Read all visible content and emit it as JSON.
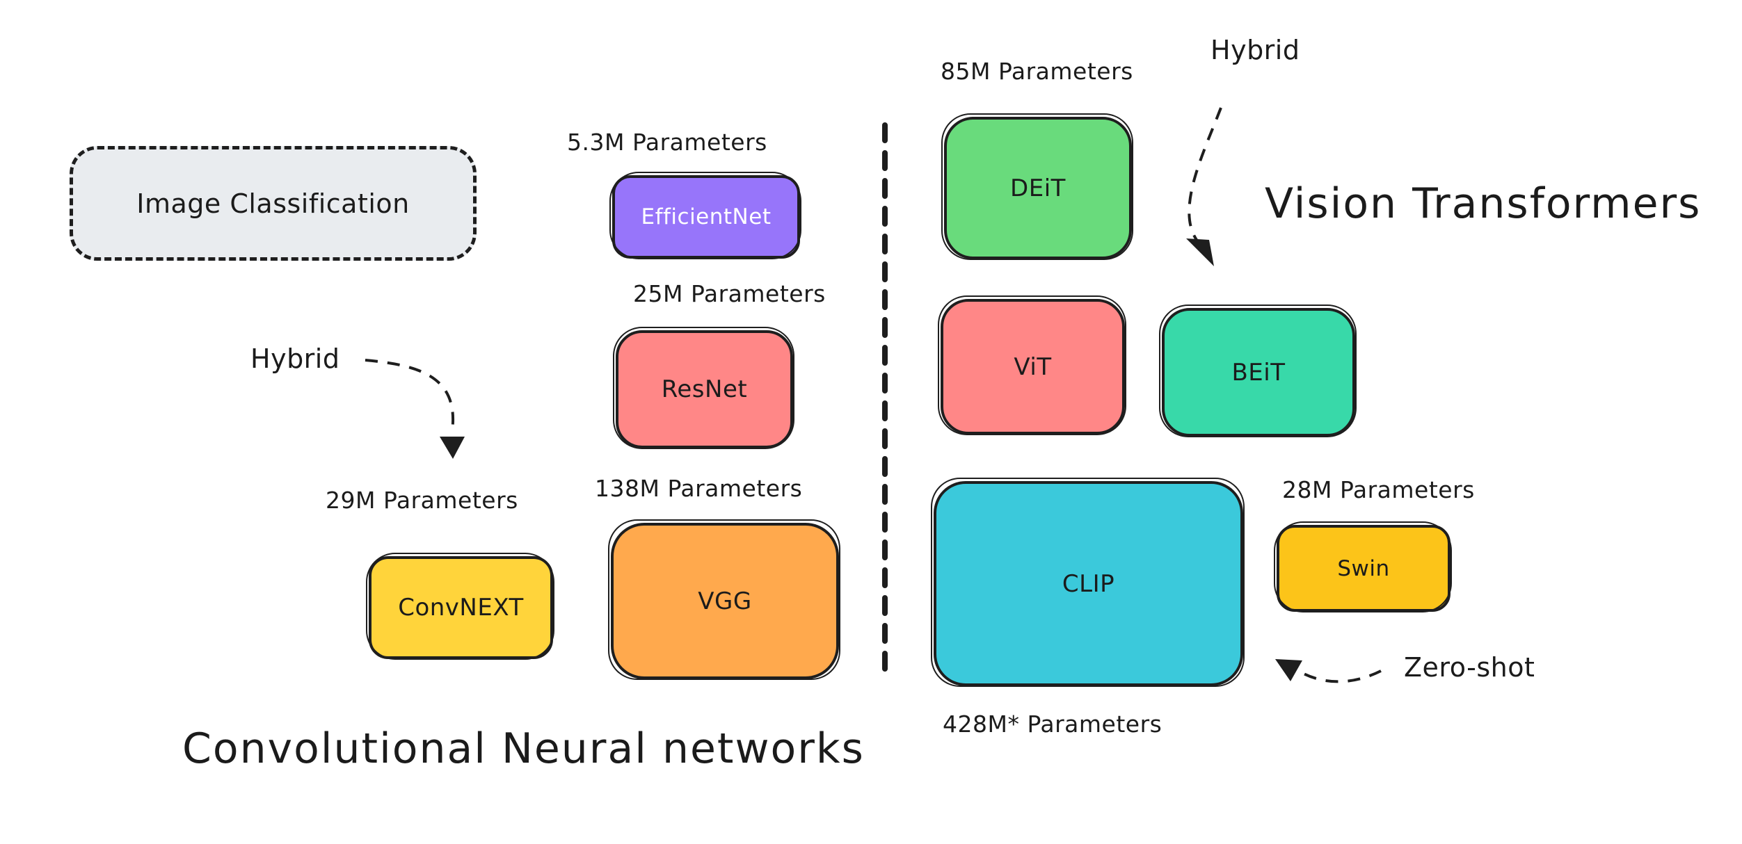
{
  "task": {
    "label": "Image Classification"
  },
  "cnn": {
    "title": "Convolutional Neural networks",
    "hybrid_note": "Hybrid",
    "models": {
      "efficientnet": {
        "name": "EfficientNet",
        "params": "5.3M Parameters",
        "color": "#9775fa"
      },
      "resnet": {
        "name": "ResNet",
        "params": "25M Parameters",
        "color": "#ff8787"
      },
      "vgg": {
        "name": "VGG",
        "params": "138M Parameters",
        "color": "#ffa94d"
      },
      "convnext": {
        "name": "ConvNEXT",
        "params": "29M Parameters",
        "color": "#ffd43b"
      }
    }
  },
  "vit": {
    "title": "Vision Transformers",
    "hybrid_note": "Hybrid",
    "zero_shot_note": "Zero-shot",
    "models": {
      "deit": {
        "name": "DEiT",
        "params": "85M Parameters",
        "color": "#69db7c"
      },
      "vit": {
        "name": "ViT",
        "color": "#ff8787"
      },
      "beit": {
        "name": "BEiT",
        "color": "#38d9a9"
      },
      "clip": {
        "name": "CLIP",
        "params": "428M* Parameters",
        "color": "#3bc9db"
      },
      "swin": {
        "name": "Swin",
        "params": "28M Parameters",
        "color": "#fcc419"
      }
    }
  }
}
